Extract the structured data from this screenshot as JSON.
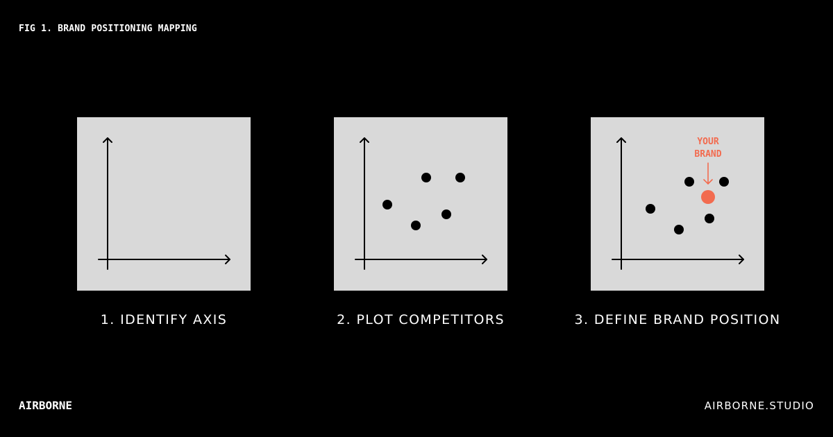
{
  "figure": {
    "label": "FIG 1. BRAND POSITIONING MAPPING"
  },
  "colors": {
    "background": "#000000",
    "panel": "#d9d9d9",
    "ink": "#000000",
    "accent": "#f26b4f",
    "text": "#ffffff"
  },
  "panels": [
    {
      "caption": "1. IDENTIFY AXIS",
      "competitors": []
    },
    {
      "caption": "2. PLOT COMPETITORS",
      "competitors": []
    },
    {
      "caption": "3. DEFINE BRAND POSITION",
      "competitors": [],
      "brand": {
        "label_line1": "YOUR",
        "label_line2": "BRAND"
      }
    }
  ],
  "footer": {
    "logo": "AIRBORNE",
    "website": "AIRBORNE.STUDIO"
  }
}
